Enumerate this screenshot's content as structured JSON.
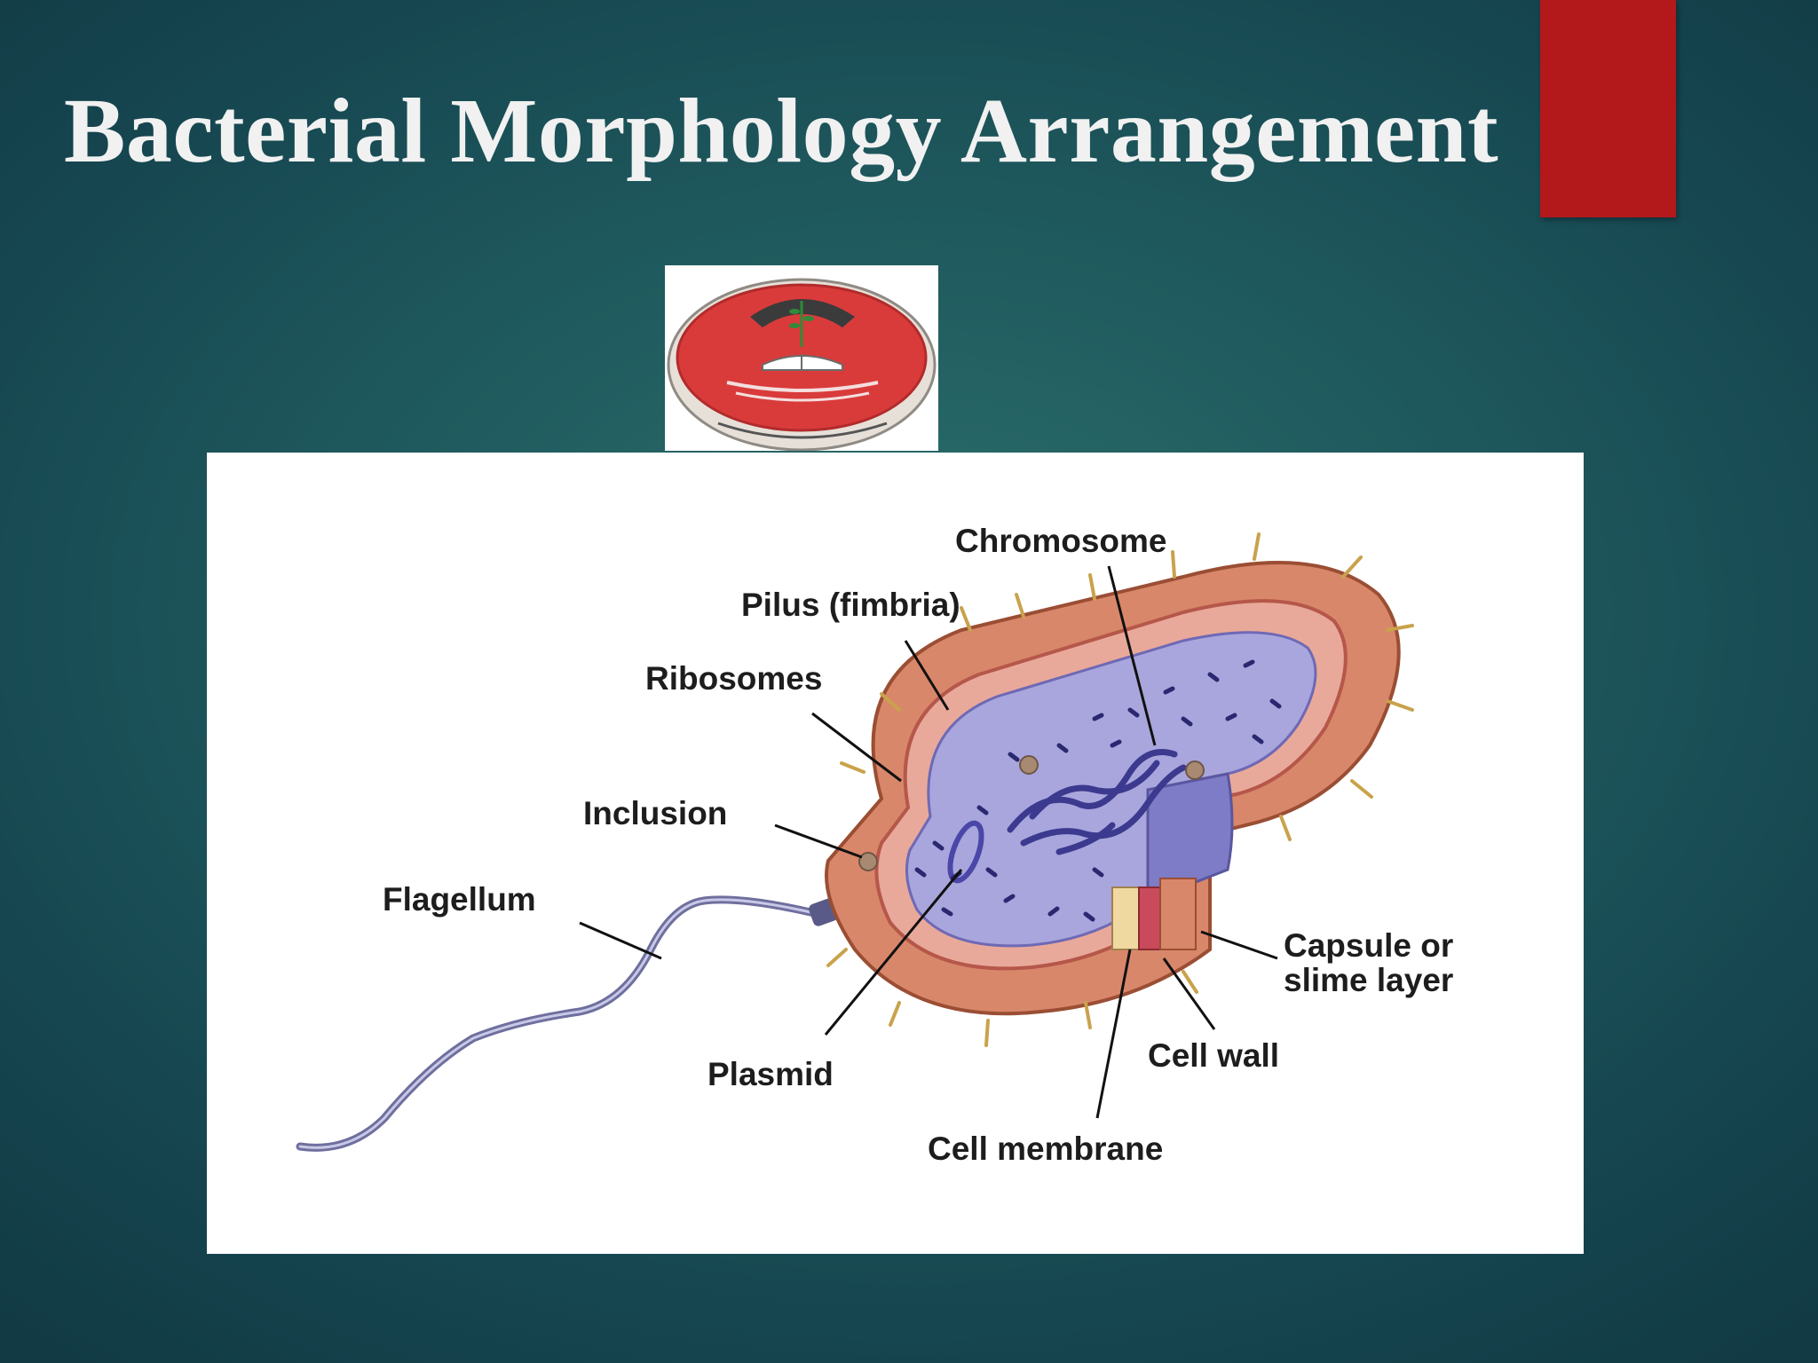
{
  "slide": {
    "title": "Bacterial Morphology Arrangement",
    "colors": {
      "background": "#1f5a5e",
      "accent_bar": "#b3191b",
      "title_text": "#f1f1f1"
    }
  },
  "logo": {
    "icon": "university-seal-icon"
  },
  "diagram": {
    "labels": {
      "chromosome": "Chromosome",
      "pilus": "Pilus (fimbria)",
      "ribosomes": "Ribosomes",
      "inclusion": "Inclusion",
      "flagellum": "Flagellum",
      "capsule_line1": "Capsule or",
      "capsule_line2": "slime layer",
      "plasmid": "Plasmid",
      "cell_wall": "Cell wall",
      "cell_membrane": "Cell membrane"
    }
  }
}
